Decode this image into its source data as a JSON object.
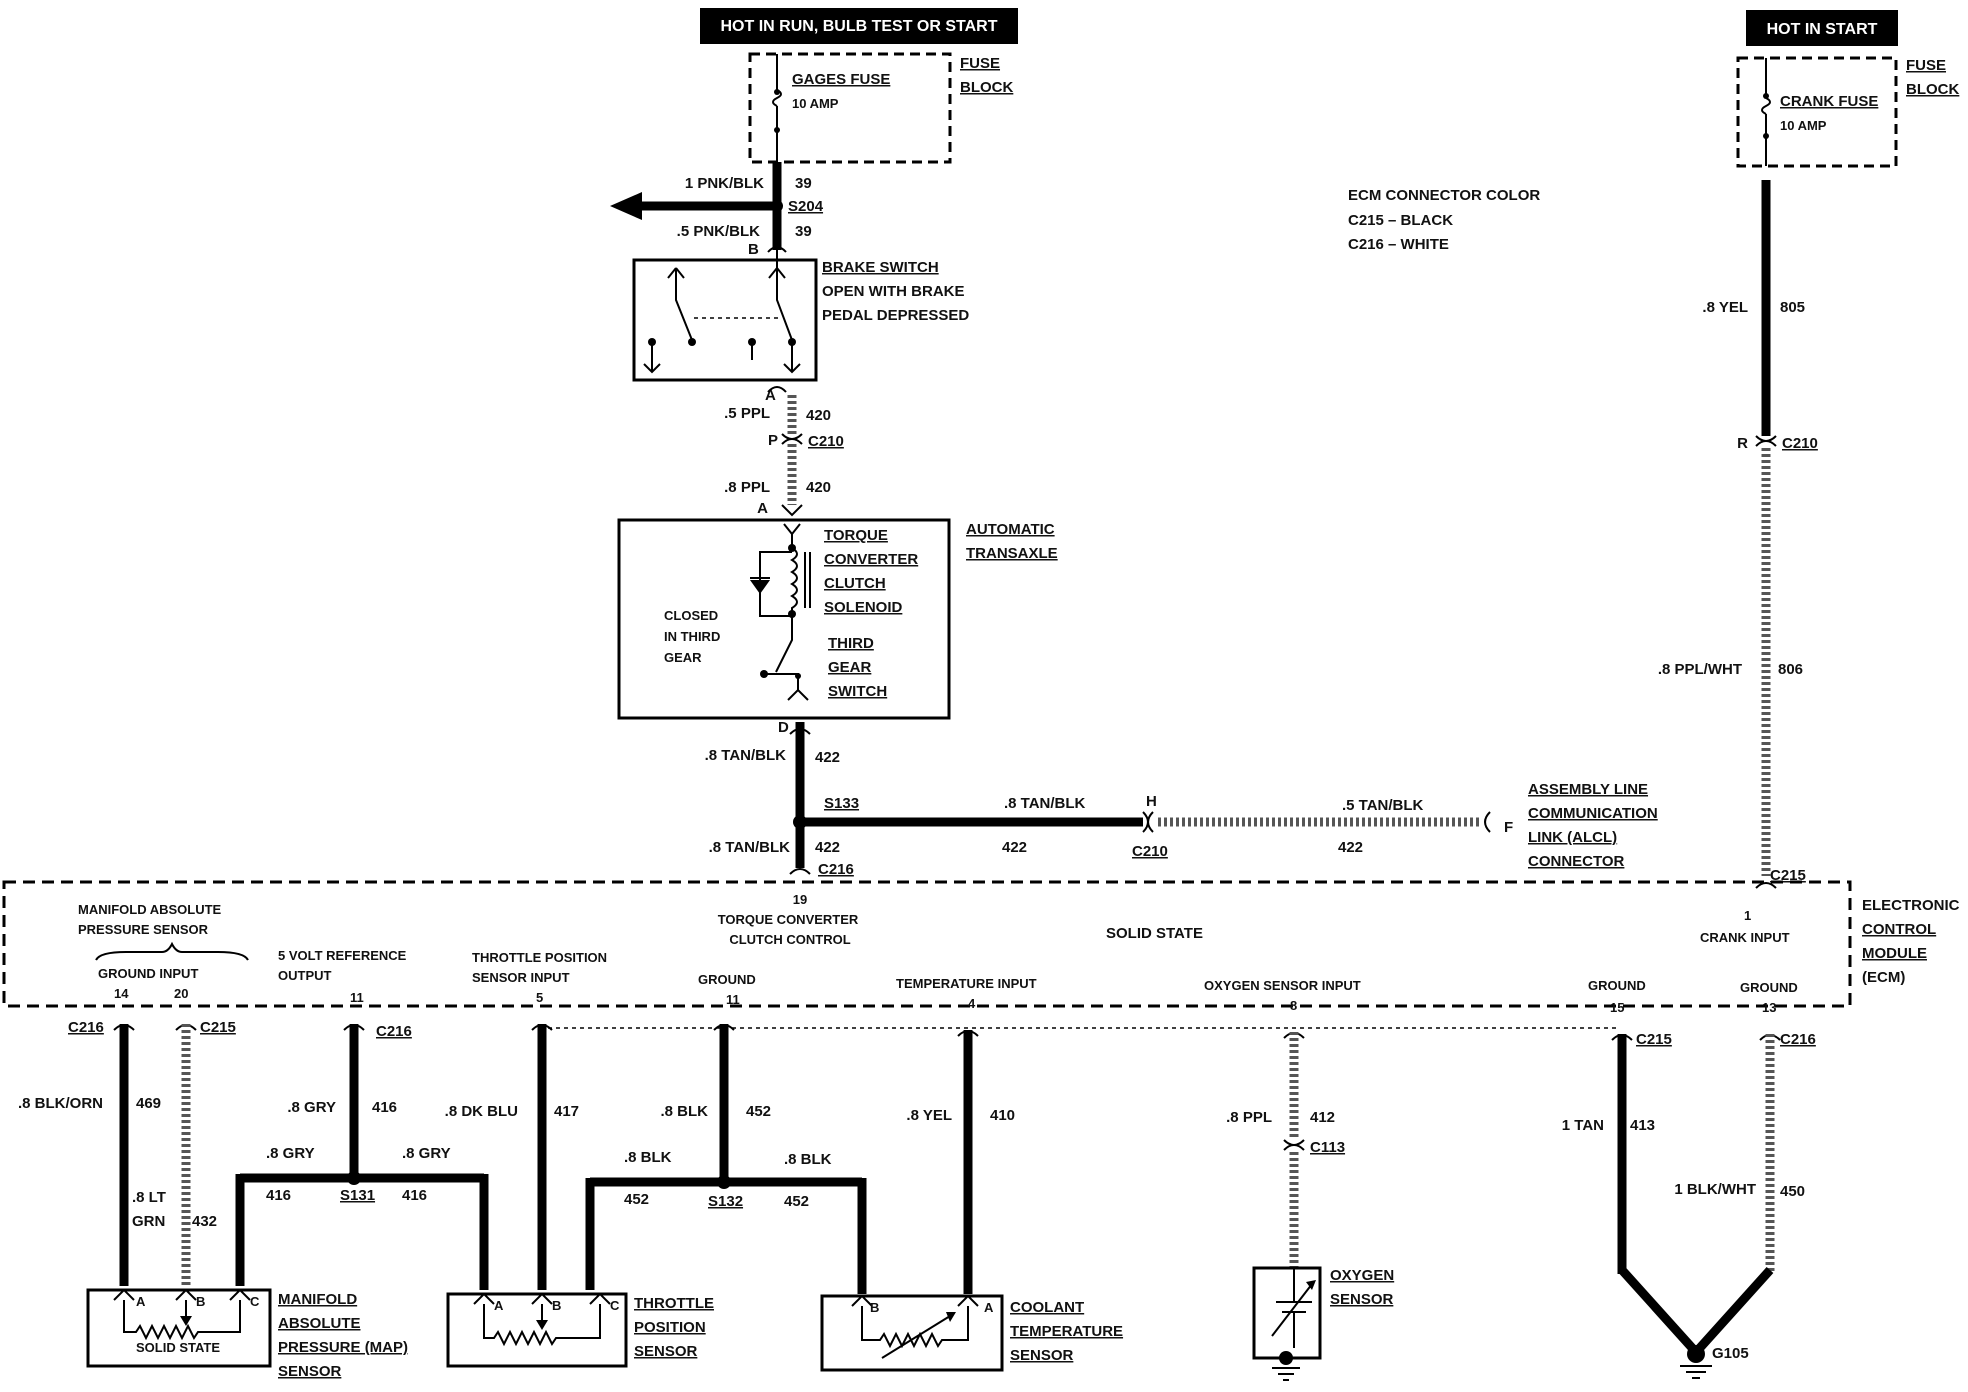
{
  "banners": {
    "left": "HOT IN RUN, BULB TEST OR START",
    "right": "HOT IN START"
  },
  "fuse_left": {
    "name": "GAGES FUSE",
    "rating": "10 AMP",
    "block": [
      "FUSE",
      "BLOCK"
    ]
  },
  "fuse_right": {
    "name": "CRANK FUSE",
    "rating": "10 AMP",
    "block": [
      "FUSE",
      "BLOCK"
    ]
  },
  "ecm_color": {
    "title": "ECM CONNECTOR COLOR",
    "c215": "C215 – BLACK",
    "c216": "C216 – WHITE"
  },
  "left_feed": {
    "w1": "1 PNK/BLK",
    "c1": "39",
    "splice": "S204",
    "w2": ".5 PNK/BLK",
    "c2": "39",
    "pin_b": "B"
  },
  "brake_switch": {
    "lines": [
      "BRAKE SWITCH",
      "OPEN WITH BRAKE",
      "PEDAL DEPRESSED"
    ],
    "pin_a": "A"
  },
  "wire_420": {
    "w1": ".5 PPL",
    "c": "420",
    "pin_p": "P",
    "conn": "C210",
    "w2": ".8 PPL",
    "c2": "420",
    "pin_a": "A"
  },
  "transaxle": {
    "label": [
      "AUTOMATIC",
      "TRANSAXLE"
    ],
    "solenoid": [
      "TORQUE",
      "CONVERTER",
      "CLUTCH",
      "SOLENOID"
    ],
    "switch": [
      "THIRD",
      "GEAR",
      "SWITCH"
    ],
    "closed": [
      "CLOSED",
      "IN THIRD",
      "GEAR"
    ],
    "pin_d": "D"
  },
  "wire_422": {
    "w1": ".8 TAN/BLK",
    "c1": "422",
    "splice": "S133",
    "w2": ".8 TAN/BLK",
    "c2": "422",
    "conn_c216": "C216",
    "h_wire": ".8 TAN/BLK",
    "h_circuit": "422",
    "pin_h": "H",
    "conn_c210": "C210",
    "alcl_wire": ".5 TAN/BLK",
    "alcl_circuit": "422",
    "pin_f": "F"
  },
  "alcl": [
    "ASSEMBLY LINE",
    "COMMUNICATION",
    "LINK (ALCL)",
    "CONNECTOR"
  ],
  "right_feed": {
    "w1": ".8 YEL",
    "c1": "805",
    "pin_r": "R",
    "conn": "C210",
    "w2": ".8 PPL/WHT",
    "c2": "806",
    "conn_c215": "C215"
  },
  "ecm": {
    "label": [
      "ELECTRONIC",
      "CONTROL",
      "MODULE",
      "(ECM)"
    ],
    "solid_state": "SOLID STATE",
    "pin19": "19",
    "tcc": [
      "TORQUE CONVERTER",
      "CLUTCH CONTROL"
    ],
    "pin1": "1",
    "crank": "CRANK INPUT",
    "map": [
      "MANIFOLD ABSOLUTE",
      "PRESSURE SENSOR"
    ],
    "ground_input": "GROUND  INPUT",
    "pin14": "14",
    "pin20": "20",
    "vref": [
      "5 VOLT REFERENCE",
      "OUTPUT"
    ],
    "pin11a": "11",
    "tps": [
      "THROTTLE POSITION",
      "SENSOR INPUT"
    ],
    "pin5": "5",
    "ground": "GROUND",
    "pin11b": "11",
    "temp": "TEMPERATURE INPUT",
    "pin4": "4",
    "o2": "OXYGEN SENSOR  INPUT",
    "pin8": "8",
    "ground15": "GROUND",
    "pin15": "15",
    "ground13": "GROUND",
    "pin13": "13"
  },
  "bottom": {
    "c216a": "C216",
    "c215a": "C215",
    "c216b": "C216",
    "w469": ".8 BLK/ORN",
    "c469": "469",
    "w432": [
      ".8 LT",
      "GRN"
    ],
    "c432": "432",
    "w416": ".8 GRY",
    "c416": "416",
    "w416l": ".8 GRY",
    "c416l": "416",
    "w416r": ".8 GRY",
    "c416r": "416",
    "s131": "S131",
    "w417": ".8 DK BLU",
    "c417": "417",
    "w452": ".8 BLK",
    "c452": "452",
    "w452l": ".8 BLK",
    "c452l": "452",
    "w452r": ".8 BLK",
    "c452r": "452",
    "s132": "S132",
    "w410": ".8 YEL",
    "c410": "410",
    "w412": ".8 PPL",
    "c412": "412",
    "c113": "C113",
    "c215b": "C215",
    "w413": "1 TAN",
    "c413": "413",
    "c216c": "C216",
    "w450": "1 BLK/WHT",
    "c450": "450",
    "g105": "G105"
  },
  "map_sensor": {
    "pins": [
      "A",
      "B",
      "C"
    ],
    "inner": "SOLID STATE",
    "label": [
      "MANIFOLD",
      "ABSOLUTE",
      "PRESSURE (MAP)",
      "SENSOR"
    ]
  },
  "tps_sensor": {
    "pins": [
      "A",
      "B",
      "C"
    ],
    "label": [
      "THROTTLE",
      "POSITION",
      "SENSOR"
    ]
  },
  "cts_sensor": {
    "pins": [
      "B",
      "A"
    ],
    "label": [
      "COOLANT",
      "TEMPERATURE",
      "SENSOR"
    ]
  },
  "o2_sensor": {
    "label": [
      "OXYGEN",
      "SENSOR"
    ]
  }
}
